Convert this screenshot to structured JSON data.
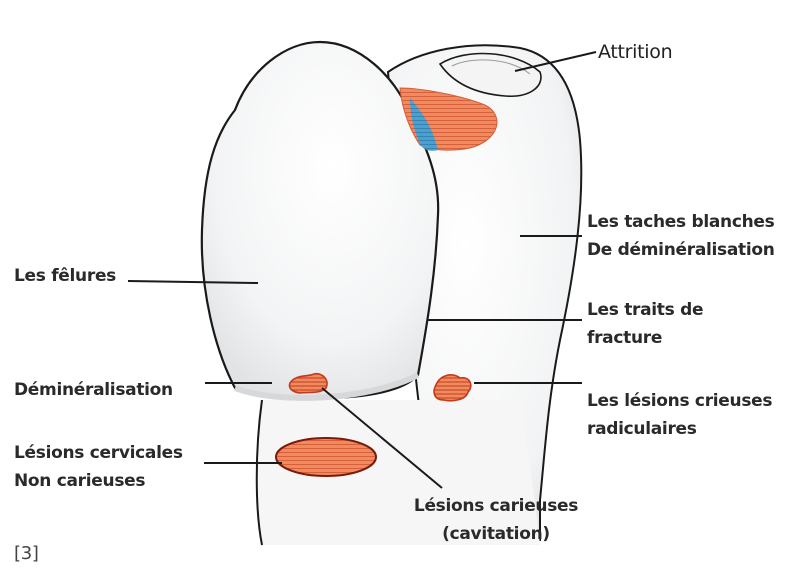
{
  "labels": {
    "attrition": "Attrition",
    "taches_line1": "Les taches blanches",
    "taches_line2": "De déminéralisation",
    "felures": "Les fêlures",
    "traits_line1": "Les traits de",
    "traits_line2": "fracture",
    "demineralisation": "Déminéralisation",
    "radiculaires_line1": "Les lésions crieuses",
    "radiculaires_line2": "radiculaires",
    "cervicales_line1": "Lésions cervicales",
    "cervicales_line2": "Non carieuses",
    "carieuses_line1": "Lésions carieuses",
    "carieuses_line2": "(cavitation)"
  },
  "reference": "[3]",
  "colors": {
    "lesion_orange": "#e8704a",
    "lesion_dark": "#c43a1a",
    "demineralized_blue": "#3a8fc4",
    "outline": "#1a1a1a",
    "tooth_shadow": "#e6e7e9"
  }
}
